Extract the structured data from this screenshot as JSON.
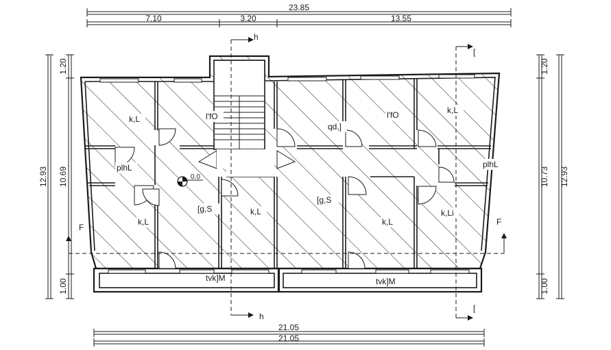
{
  "dimensions": {
    "top_overall": "23.85",
    "top_segments": [
      "7.10",
      "3.20",
      "13.55"
    ],
    "bottom": [
      "21.05",
      "21.05"
    ],
    "left": [
      "1.20",
      "10.69",
      "1.00"
    ],
    "left_overall": "12.93",
    "right": [
      "1.20",
      "10.73",
      "1.00"
    ],
    "right_overall": "12.93"
  },
  "section_marks": {
    "h_top": "h",
    "h_bottom": "h",
    "bracket_top": "[",
    "bracket_bottom": "[",
    "f_left": "F",
    "f_right": "F"
  },
  "level_marker": "0.0",
  "rooms": {
    "room_top_left": "k,L",
    "room_top_second": "l'fO",
    "room_top_fourth": "qd,]",
    "room_top_fifth": "l'fO",
    "room_top_right": "k,L",
    "bath_left": "plhL",
    "bath_right": "plhL",
    "room_mid_left": "k,L",
    "hall_left": "[g,S",
    "room_mid_second": "k,L",
    "hall_center": "[g,S",
    "room_mid_fourth": "k,L",
    "room_mid_right": "k,Li",
    "balcony_left": "tvk]M",
    "balcony_right": "tvk]M"
  }
}
